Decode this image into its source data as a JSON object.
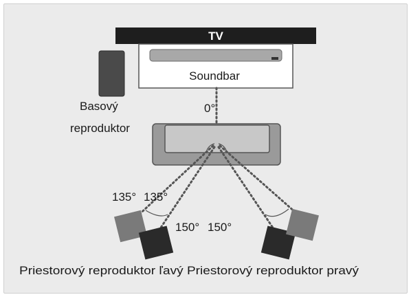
{
  "diagram": {
    "tv_label": "TV",
    "soundbar_label": "Soundbar",
    "subwoofer_label_line1": "Basový",
    "subwoofer_label_line2": "reproduktor",
    "center_angle": "0°",
    "left_outer_angle": "135°",
    "left_inner_angle": "135°",
    "left_rear_angle": "150°",
    "right_rear_angle": "150°",
    "caption": "Priestorový reproduktor ľavý Priestorový reproduktor pravý"
  },
  "colors": {
    "tv_bar": "#1e1e1e",
    "soundbar": "#a8a8a8",
    "subwoofer": "#4a4a4a",
    "speaker_light": "#7a7a7a",
    "speaker_dark": "#2a2a2a",
    "sofa": "#9a9a9a",
    "dotted_line": "#555555"
  }
}
